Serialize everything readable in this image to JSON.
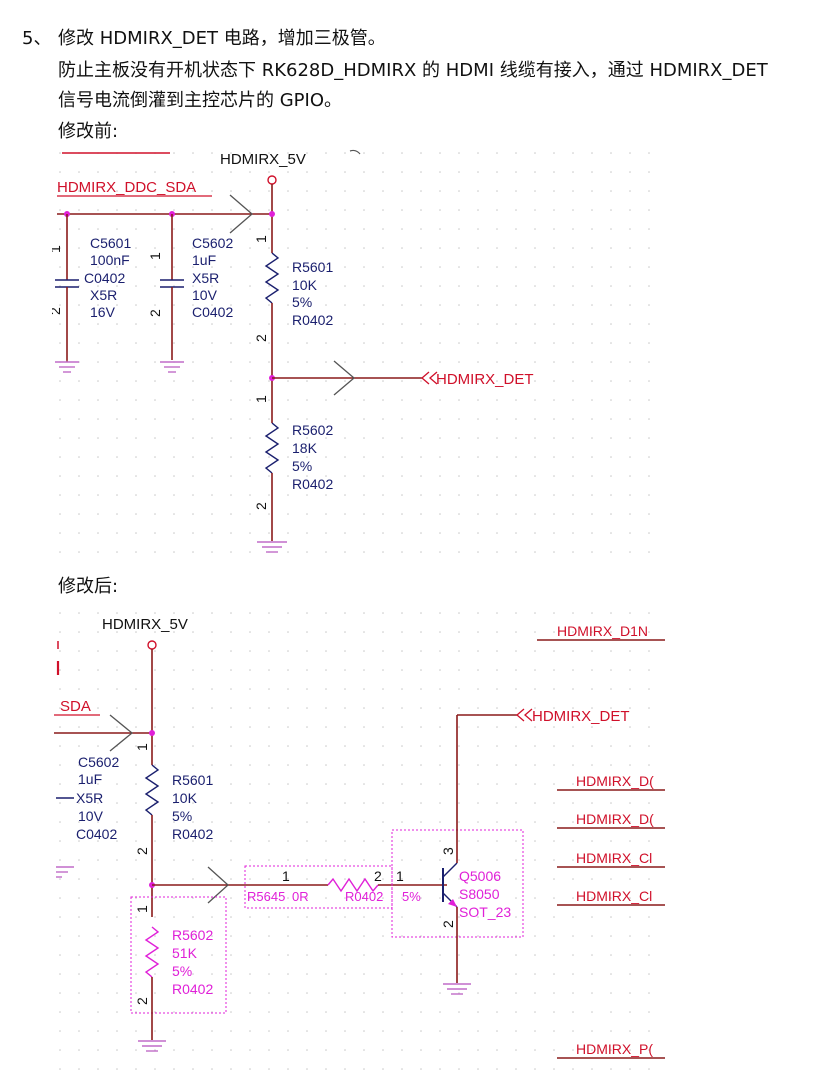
{
  "document": {
    "heading_number": "5、",
    "heading": "修改 HDMIRX_DET 电路，增加三极管。",
    "para_line1": "防止主板没有开机状态下 RK628D_HDMIRX 的 HDMI 线缆有接入，通过 HDMIRX_DET",
    "para_line2": "信号电流倒灌到主控芯片的 GPIO。",
    "before_label": "修改前:",
    "after_label": "修改后:"
  },
  "before_schematic": {
    "net_5v": "HDMIRX_5V",
    "net_ddc": "HDMIRX_DDC_SDA",
    "net_det": "HDMIRX_DET",
    "c5601": {
      "ref": "C5601",
      "value": "100nF",
      "package": "C0402",
      "dielectric": "X5R",
      "voltage": "16V"
    },
    "c5602": {
      "ref": "C5602",
      "value": "1uF",
      "dielectric": "X5R",
      "voltage": "10V",
      "package": "C0402"
    },
    "r5601": {
      "ref": "R5601",
      "value": "10K",
      "tolerance": "5%",
      "package": "R0402"
    },
    "r5602": {
      "ref": "R5602",
      "value": "18K",
      "tolerance": "5%",
      "package": "R0402"
    },
    "pin1": "1",
    "pin2": "2"
  },
  "after_schematic": {
    "net_5v": "HDMIRX_5V",
    "net_sda": "SDA",
    "net_det": "HDMIRX_DET",
    "c5602": {
      "ref": "C5602",
      "value": "1uF",
      "dielectric": "X5R",
      "voltage": "10V",
      "package": "C0402"
    },
    "r5601": {
      "ref": "R5601",
      "value": "10K",
      "tolerance": "5%",
      "package": "R0402"
    },
    "r5602": {
      "ref": "R5602",
      "value": "51K",
      "tolerance": "5%",
      "package": "R0402"
    },
    "r5645": {
      "ref": "R5645",
      "value": "0R",
      "package": "R0402",
      "tolerance": "5%"
    },
    "q5006": {
      "ref": "Q5006",
      "part": "S8050",
      "package": "SOT_23"
    },
    "right_nets": [
      "HDMIRX_D1N",
      "HDMIRX_D(",
      "HDMIRX_D(",
      "HDMIRX_Cl",
      "HDMIRX_Cl",
      "HDMIRX_P("
    ],
    "pin1": "1",
    "pin2": "2",
    "pin3": "3"
  },
  "colors": {
    "wire": "#8a1a1a",
    "net_label": "#d0102a",
    "part_text": "#1a1f6e",
    "highlight": "#e020d8",
    "ground": "#c06cc8",
    "grid_dot": "#c8c8c8"
  }
}
